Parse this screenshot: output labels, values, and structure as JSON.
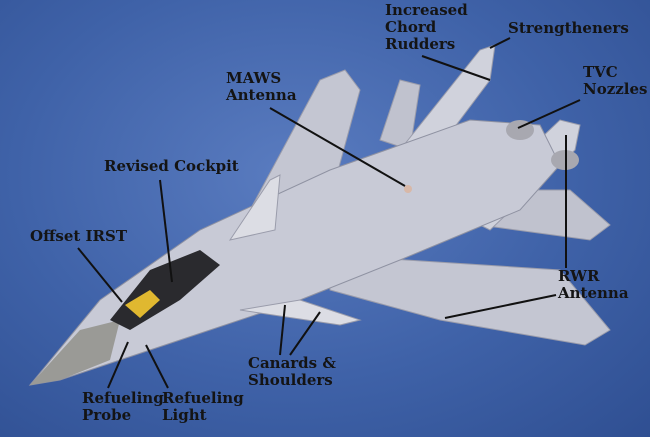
{
  "labels": {
    "rudders": [
      "Increased",
      "Chord",
      "Rudders"
    ],
    "strengtheners": "Strengtheners",
    "maws": [
      "MAWS",
      "Antenna"
    ],
    "tvc": [
      "TVC",
      "Nozzles"
    ],
    "cockpit": "Revised Cockpit",
    "irst": "Offset IRST",
    "rwr": [
      "RWR",
      "Antenna"
    ],
    "canards": [
      "Canards &",
      "Shoulders"
    ],
    "probe": [
      "Refueling",
      "Probe"
    ],
    "light": [
      "Refueling",
      "Light"
    ]
  },
  "colors": {
    "background": "#3f62a8",
    "airframe": "#c9cbd6",
    "label": "#141414"
  }
}
